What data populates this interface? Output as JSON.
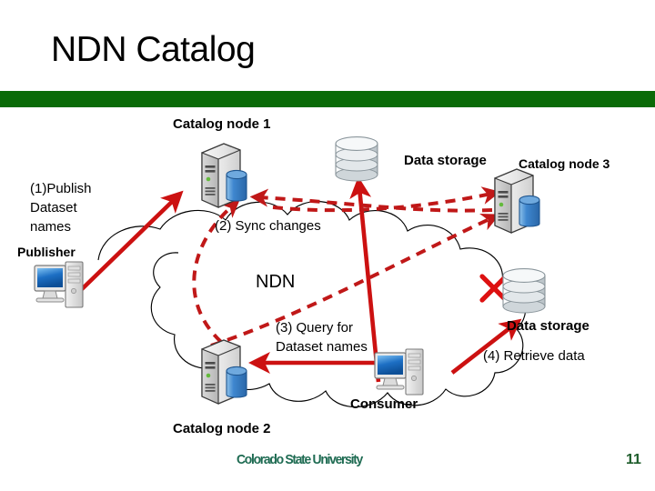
{
  "slide": {
    "title": "NDN Catalog",
    "accent_bar_color": "#0a6b08",
    "page_number": "11",
    "footer_logo": "Colorado State University"
  },
  "diagram": {
    "cloud_label": "NDN",
    "nodes": [
      {
        "id": "catalog-node-1",
        "label": "Catalog node 1",
        "icon": "server-database-icon"
      },
      {
        "id": "catalog-node-2",
        "label": "Catalog node 2",
        "icon": "server-database-icon"
      },
      {
        "id": "catalog-node-3",
        "label": "Catalog node 3",
        "icon": "server-database-icon"
      },
      {
        "id": "publisher",
        "label": "Publisher",
        "icon": "desktop-computer-icon"
      },
      {
        "id": "consumer",
        "label": "Consumer",
        "icon": "desktop-computer-icon"
      },
      {
        "id": "data-storage-top",
        "label": "Data storage",
        "icon": "disk-stack-icon"
      },
      {
        "id": "data-storage-bottom",
        "label": "Data storage",
        "icon": "disk-stack-icon"
      }
    ],
    "steps": [
      {
        "id": "step-1",
        "label": "(1)Publish Dataset names",
        "style": "solid-red-arrow"
      },
      {
        "id": "step-2",
        "label": "(2) Sync changes",
        "style": "dashed-red-arrow"
      },
      {
        "id": "step-3",
        "label": "(3) Query for Dataset names",
        "style": "solid-red-arrow"
      },
      {
        "id": "step-4",
        "label": "(4) Retrieve data",
        "style": "solid-red-arrow"
      }
    ],
    "step_labels": {
      "publish_line1": "(1)Publish",
      "publish_line2": "Dataset",
      "publish_line3": "names",
      "sync": "(2) Sync changes",
      "query_line1": "(3) Query for",
      "query_line2": "Dataset names",
      "retrieve": "(4) Retrieve data"
    },
    "colors": {
      "arrow_red": "#cc1111",
      "cloud_stroke": "#000000",
      "blocked_marker": "#dd1111"
    },
    "blocked_path": {
      "marker": "x-cross-icon",
      "note": "retrieval path blocked"
    }
  }
}
